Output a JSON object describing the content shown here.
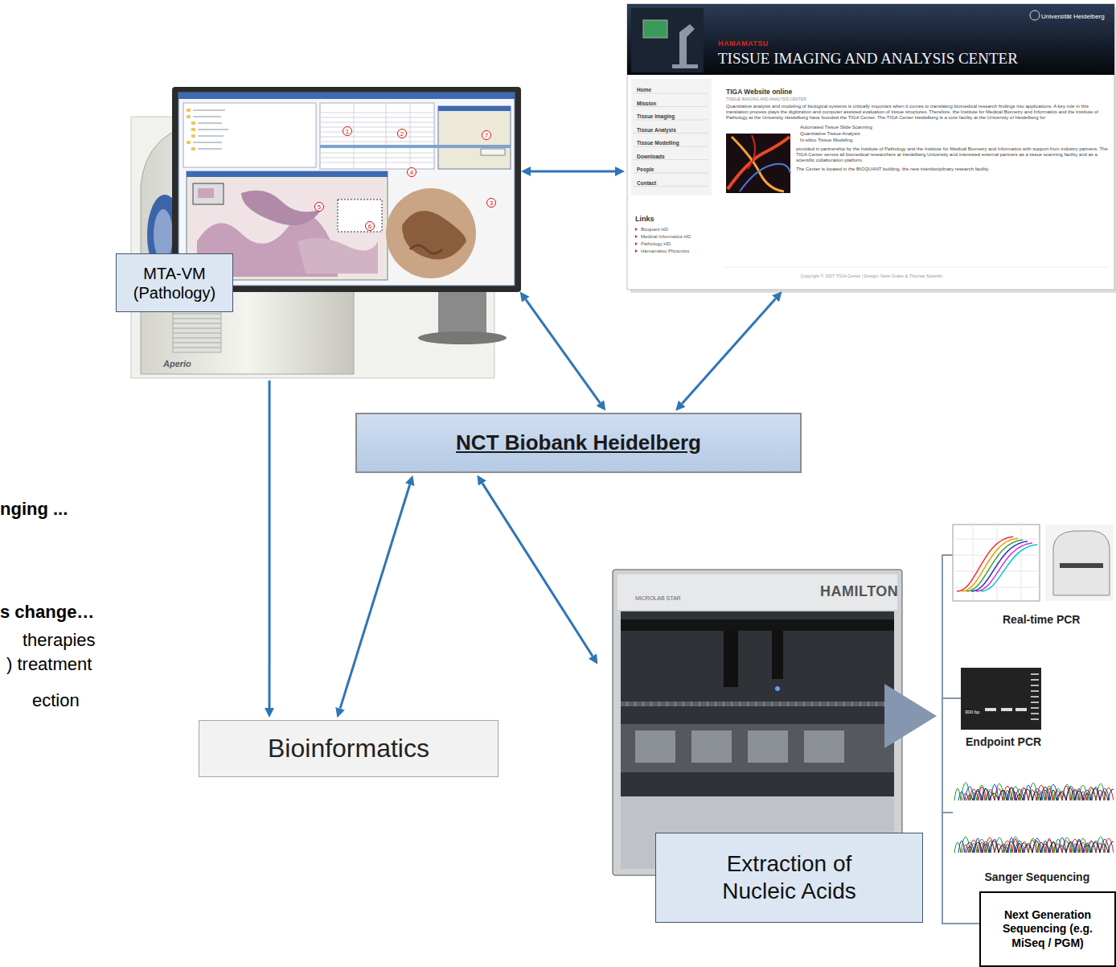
{
  "diagram": {
    "nodes": [
      {
        "text": [
          "Aperio"
        ]
      },
      {
        "text": [
          "MTA-VM (Pathology)"
        ]
      },
      {
        "text": [
          "Universität Heidelberg",
          "HAMAMATSU",
          "TISSUE IMAGING AND ANALYSIS CENTER",
          "Home",
          "Mission",
          "Tissue Imaging",
          "Tissue Analysis",
          "Tissue Modelling",
          "Downloads",
          "People",
          "Contact",
          "Links",
          "Bioquant HD",
          "Medical Informatics HD",
          "Pathology HD",
          "Hamamatsu Photonics",
          "TIGA Website online",
          "TISSUE IMAGING AND ANALYSIS CENTER",
          "Quantitative analysis and modeling of biological systems is critically important when it comes to translating biomedical research findings into applications. A key role in this translation process plays the digitization and computer assisted evaluation of tissue structures. Therefore, the Institute for Medical Biometry and Informatics and the Institute of Pathology at the University Heidelberg have founded the TIGA Center. The TIGA Center Heidelberg is a core facility at the University of Heidelberg for",
          "Automated Tissue Slide Scanning",
          "Quantitative Tissue Analysis",
          "In-silico Tissue Modeling",
          "provided in partnership by the Institute of Pathology and the Institute for Medical Biometry and Informatics with support from industry partners. The TIGA Center serves all biomedical researchers at Heidelberg University and interested external partners as a tissue scanning facility and as a scientific collaboration platform.",
          "The Center is located in the BIOQUANT building, the new interdisciplinary research facility.",
          "Copyright © 2007 TIGA Center | Design: Niels Grabe & Thomas Sütterlin"
        ]
      },
      {
        "text": [
          "NCT Biobank Heidelberg"
        ]
      },
      {
        "text": [
          "Bioinformatics"
        ]
      },
      {
        "text": [
          "MICROLAB STAR",
          "HAMILTON"
        ]
      },
      {
        "text": [
          "Extraction of Nucleic Acids"
        ]
      },
      {
        "text": [
          "Next Generation Sequencing (e.g. MiSeq / PGM)"
        ]
      }
    ],
    "edges": [
      {
        "from": 0,
        "to": 2,
        "arrow": "both"
      },
      {
        "from": 0,
        "to": 3,
        "arrow": "both"
      },
      {
        "from": 2,
        "to": 3,
        "arrow": "both"
      },
      {
        "from": 0,
        "to": 4,
        "arrow": "to"
      },
      {
        "from": 3,
        "to": 4,
        "arrow": "both"
      },
      {
        "from": 3,
        "to": 5,
        "arrow": "both"
      }
    ],
    "labels": [
      "nging ...",
      "s change…",
      "therapies",
      ") treatment",
      "ection",
      "1",
      "2",
      "7",
      "4",
      "5",
      "6",
      "3",
      "Real-time PCR",
      "300 bp",
      "Endpoint PCR",
      "Sanger Sequencing"
    ]
  }
}
